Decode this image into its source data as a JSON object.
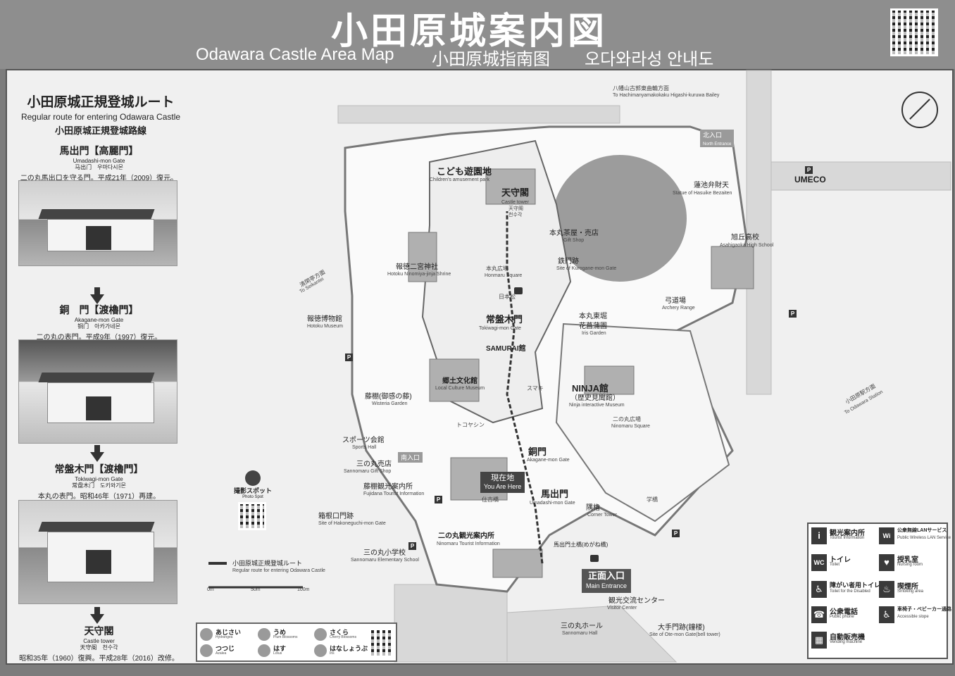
{
  "header": {
    "title": "小田原城案内図",
    "subtitle_en": "Odawara Castle Area Map",
    "subtitle_cn": "小田原城指南图",
    "subtitle_ko": "오다와라성 안내도"
  },
  "route": {
    "title": "小田原城正規登城ルート",
    "title_en": "Regular route for entering Odawara Castle",
    "title_cn": "小田原城正規登城路線"
  },
  "gates": [
    {
      "name": "馬出門【高麗門】",
      "en": "Umadashi-mon Gate",
      "sub": "马出门　우마다시몬",
      "desc": "二の丸馬出口を守る門。平成21年（2009）復元。"
    },
    {
      "name": "銅　門【渡櫓門】",
      "en": "Akagane-mon Gate",
      "sub": "铜门　아카가네몬",
      "desc": "二の丸の表門。平成9年（1997）復元。"
    },
    {
      "name": "常盤木門【渡櫓門】",
      "en": "Tokiwagi-mon Gate",
      "sub": "常盘木门　도키와기몬",
      "desc": "本丸の表門。昭和46年（1971）再建。"
    },
    {
      "name": "天守閣",
      "en": "Castle tower",
      "sub": "天守阁　천수각",
      "desc": "昭和35年（1960）復興。平成28年（2016）改修。"
    }
  ],
  "map": {
    "labels": {
      "kodomo": "こども遊園地",
      "kodomo_en": "Children's amusement park",
      "tenshu": "天守閣",
      "tenshu_en": "Castle tower",
      "tenshu_cn": "天守阁",
      "tenshu_ko": "천수각",
      "honmaru_chaya": "本丸茶屋・売店",
      "gift_shop": "Gift Shop",
      "tetsumon": "鉄門跡",
      "tetsumon_en": "Site of Kurogane-mon Gate",
      "hasuike": "蓮池弁財天",
      "hasuike_en": "Statue of Hasuike Bezaiten",
      "umeco": "UMECO",
      "asahigaoka": "旭丘高校",
      "asahigaoka_en": "Asahigaoka High School",
      "kyudo": "弓道場",
      "kyudo_en": "Archery Range",
      "ninomiya": "報徳二宮神社",
      "ninomiya_en": "Hotoku Ninomiya-jinja Shrine",
      "honmaru_hiroba": "本丸広場",
      "honmaru_hiroba_en": "Honmaru Square",
      "tokiwagi": "常盤木門",
      "tokiwagi_en": "Tokiwagi-mon Gate",
      "samurai": "SAMURAI館",
      "hotoku_museum": "報徳博物館",
      "hotoku_museum_en": "Hotoku Museum",
      "kyodo": "郷土文化館",
      "kyodo_en": "Local Culture Museum",
      "fuji": "藤棚(御感の藤)",
      "fuji_en": "Wisteria Garden",
      "ninja": "NINJA館",
      "ninja_sub": "（歴史見聞館）",
      "ninja_en": "Ninja interactive Museum",
      "honmaru_east": "本丸東堀",
      "shobu": "花菖蒲園",
      "shobu_en": "Iris Garden",
      "ninomaru_hiroba": "二の丸広場",
      "ninomaru_hiroba_en": "Ninomaru Square",
      "sports": "スポーツ会館",
      "sports_en": "Sports Hall",
      "baishop": "三の丸売店",
      "baishop_en": "Sannomaru Gift Shop",
      "fujidana_info": "藤棚観光案内所",
      "fujidana_info_en": "Fujidana Tourist Information",
      "akagane": "銅門",
      "akagane_en": "Akagane-mon Gate",
      "umadashi": "馬出門",
      "umadashi_en": "Umadashi-mon Gate",
      "sumiyagura": "隅櫓",
      "sumiyagura_en": "Corner Tower",
      "hakone": "箱根口門跡",
      "hakone_en": "Site of Hakoneguchi-mon Gate",
      "ninomaru_info": "二の丸観光案内所",
      "ninomaru_info_en": "Ninomaru Tourist Information",
      "elementary": "三の丸小学校",
      "elementary_en": "Sannomaru Elementary School",
      "dobashi": "馬出門土橋(めがね橋)",
      "visitor": "観光交流センター",
      "visitor_en": "Visitor Center",
      "hall": "三の丸ホール",
      "hall_en": "Sannomaru Hall",
      "otemon": "大手門跡(鐘楼)",
      "otemon_en": "Site of Ote-mon Gate(bell tower)",
      "hachiman": "八幡山古郭東曲輪方面",
      "hachiman_en": "To Hachimanyamakokaku Higashi-kuruwa Bailey",
      "odawara_sta": "小田原駅方面",
      "odawara_sta_en": "To Odawara Station",
      "seiken": "清閑亭方面",
      "seiken_en": "To Seikantei",
      "north_entr": "北入口",
      "north_entr_en": "North Entrance",
      "south_entr": "南入口",
      "main_entr": "正面入口",
      "main_entr_en": "Main Entrance",
      "here": "現在地",
      "here_en": "You Are Here",
      "photo_spot": "撮影スポット",
      "photo_spot_en": "Photo Spot",
      "route_legend": "小田原城正規登城ルート",
      "route_legend_en": "Regular route for entering Odawara Castle",
      "scale_0": "0m",
      "scale_50": "50m",
      "scale_100": "100m",
      "hitsuzendo": "日本松",
      "gakkyo": "学橋",
      "kametoke": "スマキ",
      "tokoya": "トコヤシン",
      "ninomaru_gate": "住吉橋"
    }
  },
  "flowers": [
    {
      "jp": "あじさい",
      "en": "Hydrangea"
    },
    {
      "jp": "うめ",
      "en": "Plum Blossoms"
    },
    {
      "jp": "さくら",
      "en": "Cherry Blossoms"
    },
    {
      "jp": "つつじ",
      "en": "Azalea"
    },
    {
      "jp": "はす",
      "en": "Lotus"
    },
    {
      "jp": "はなしょうぶ",
      "en": "Iris"
    }
  ],
  "legend": [
    {
      "icon": "i",
      "jp": "観光案内所",
      "en": "Tourist Information"
    },
    {
      "icon": "Wi",
      "jp": "公衆無線LANサービス",
      "en": "Public Wireless LAN Service"
    },
    {
      "icon": "WC",
      "jp": "トイレ",
      "en": "Toilet"
    },
    {
      "icon": "♥",
      "jp": "授乳室",
      "en": "Nursing room"
    },
    {
      "icon": "♿",
      "jp": "障がい者用トイレ",
      "en": "Toilet for the Disabled"
    },
    {
      "icon": "♨",
      "jp": "喫煙所",
      "en": "Smoking area"
    },
    {
      "icon": "☎",
      "jp": "公衆電話",
      "en": "Public phone"
    },
    {
      "icon": "♿",
      "jp": "車椅子・ベビーカー通路",
      "en": "Accessible slope"
    },
    {
      "icon": "▦",
      "jp": "自動販売機",
      "en": "Vending machine"
    }
  ],
  "colors": {
    "board": "#7c7c7c",
    "panel": "#f0f0f0",
    "ink": "#222222"
  }
}
